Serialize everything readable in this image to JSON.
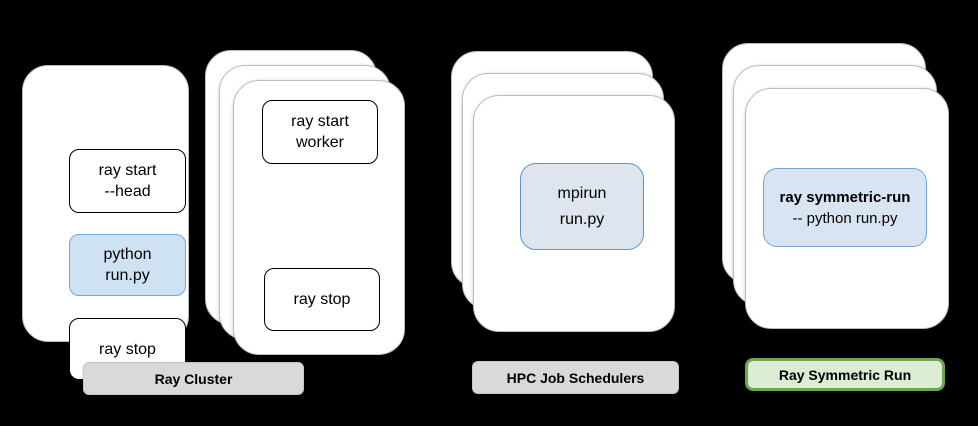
{
  "background": "#000000",
  "colors": {
    "card_fill": "#ffffff",
    "card_border": "#bdbdbd",
    "white_box_border": "#000000",
    "blue_box_fill": "#cfe2f3",
    "blue_box_border": "#6fa8dc",
    "bluegray_box_fill": "#dde6ee",
    "bluegray_box_border": "#5c96d1",
    "gray_label_fill": "#d9d9d9",
    "green_label_fill": "#ddecd5",
    "green_label_border": "#6aa84f",
    "text_color": "#000000"
  },
  "groups": [
    {
      "name": "head-node",
      "boxes": [
        {
          "lines": [
            "ray start",
            "--head"
          ]
        },
        {
          "lines": [
            "python",
            "run.py"
          ]
        },
        {
          "lines": [
            "ray stop"
          ]
        }
      ]
    },
    {
      "name": "worker-nodes",
      "stack_count": 3,
      "boxes": [
        {
          "lines": [
            "ray start",
            "worker"
          ]
        },
        {
          "lines": [
            "ray stop"
          ]
        }
      ]
    },
    {
      "name": "hpc-nodes",
      "stack_count": 3,
      "boxes": [
        {
          "lines": [
            "mpirun",
            "run.py"
          ]
        }
      ]
    },
    {
      "name": "symmetric-run-nodes",
      "stack_count": 3,
      "boxes": [
        {
          "bold_line": "ray symmetric-run",
          "lines": [
            "-- python run.py"
          ]
        }
      ]
    }
  ],
  "labels": [
    {
      "text": "Ray Cluster"
    },
    {
      "text": "HPC Job Schedulers"
    },
    {
      "text": "Ray Symmetric Run"
    }
  ]
}
